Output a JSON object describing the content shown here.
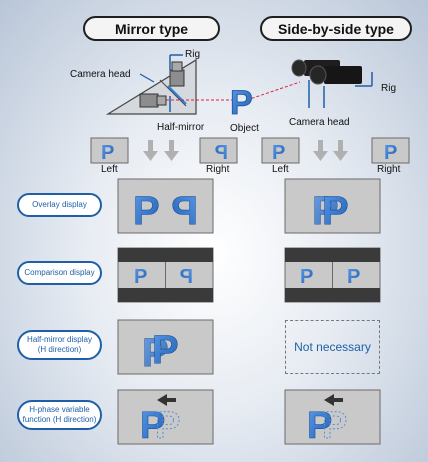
{
  "headers": {
    "mirror": "Mirror type",
    "side": "Side-by-side type"
  },
  "top_labels": {
    "rig_left": "Rig",
    "camera_head_left": "Camera head",
    "half_mirror": "Half-mirror",
    "object": "Object",
    "camera_head_right": "Camera head",
    "rig_right": "Rig"
  },
  "lr_labels": {
    "left_1": "Left",
    "right_1": "Right",
    "left_2": "Left",
    "right_2": "Right"
  },
  "rows": [
    {
      "label_lines": [
        "Overlay display"
      ]
    },
    {
      "label_lines": [
        "Comparison display"
      ]
    },
    {
      "label_lines": [
        "Half-mirror display",
        "(H direction)"
      ]
    },
    {
      "label_lines": [
        "H-phase variable",
        "function (H direction)"
      ]
    }
  ],
  "not_necessary": "Not necessary",
  "colors": {
    "accent": "#1f5fa8",
    "glyph": "#2f6fc8",
    "panel": "#c9c9c9",
    "bar": "#3a3a3a"
  }
}
